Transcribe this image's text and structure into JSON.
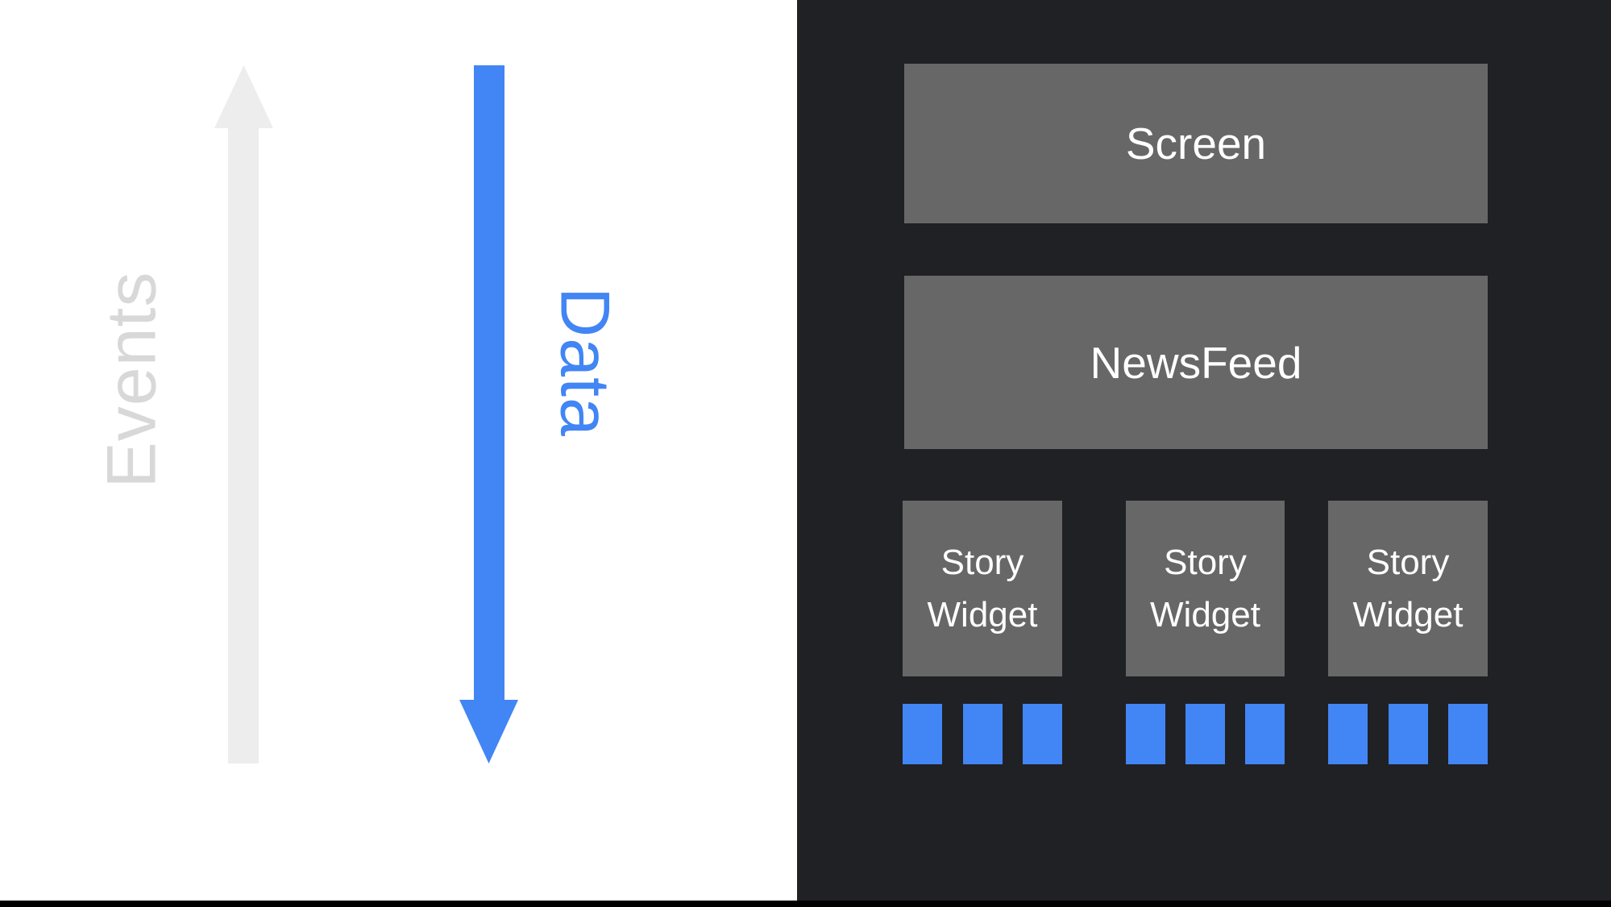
{
  "diagram": {
    "left_panel": {
      "events_label": "Events",
      "data_label": "Data"
    },
    "widget_tree": {
      "screen_label": "Screen",
      "newsfeed_label": "NewsFeed",
      "story_widgets": [
        {
          "label": "Story Widget",
          "data_block_count": 3
        },
        {
          "label": "Story Widget",
          "data_block_count": 3
        },
        {
          "label": "Story Widget",
          "data_block_count": 3
        }
      ]
    }
  },
  "colors": {
    "left_background": "#ffffff",
    "right_background": "#202124",
    "node_gray": "#676767",
    "accent_blue": "#4285f4",
    "events_text_gray": "#d8d8d8",
    "arrow_gray": "#ededed",
    "node_text_white": "#ffffff",
    "bottom_bar_black": "#000000"
  }
}
